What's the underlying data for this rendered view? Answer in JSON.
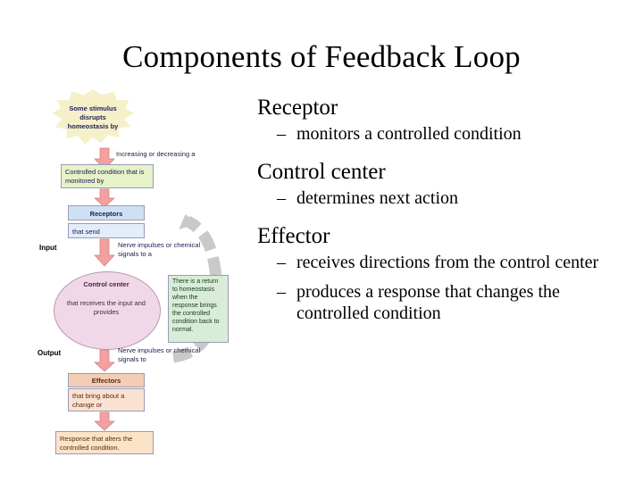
{
  "slide": {
    "title": "Components of Feedback Loop"
  },
  "bullets": [
    {
      "level1": "Receptor",
      "subs": [
        "monitors a controlled condition"
      ]
    },
    {
      "level1": "Control center",
      "subs": [
        "determines next action"
      ]
    },
    {
      "level1": "Effector",
      "subs": [
        "receives directions from the control center",
        "produces a response that changes the controlled condition"
      ]
    }
  ],
  "bullet_dash": "–",
  "diagram": {
    "stimulus": "Some stimulus disrupts homeostasis by",
    "increasing": "Increasing or decreasing a",
    "controlled_condition": "Controlled condition that is monitored by",
    "receptors": "Receptors",
    "that_send": "that send",
    "input_label": "Input",
    "input_text": "Nerve impulses or chemical signals to a",
    "control_center_label": "Control center",
    "control_center_text": "that receives the input and provides",
    "return_text": "There is a return to homeostasis when the response brings the controlled condition back to normal.",
    "output_label": "Output",
    "output_text": "Nerve impulses or chemical signals to",
    "effectors": "Effectors",
    "effectors_text": "that bring about a change or",
    "response_text": "Response that alters the controlled condition."
  },
  "colors": {
    "stimulus_fill": "#f5f0c8",
    "controlled_fill": "#e6f2c8",
    "receptor_fill": "#cfe0f2",
    "control_fill": "#f0d8e8",
    "effector_fill": "#f4ceb4",
    "return_fill": "#d9ecd9",
    "arrow_gray": "#c9c9c9"
  }
}
